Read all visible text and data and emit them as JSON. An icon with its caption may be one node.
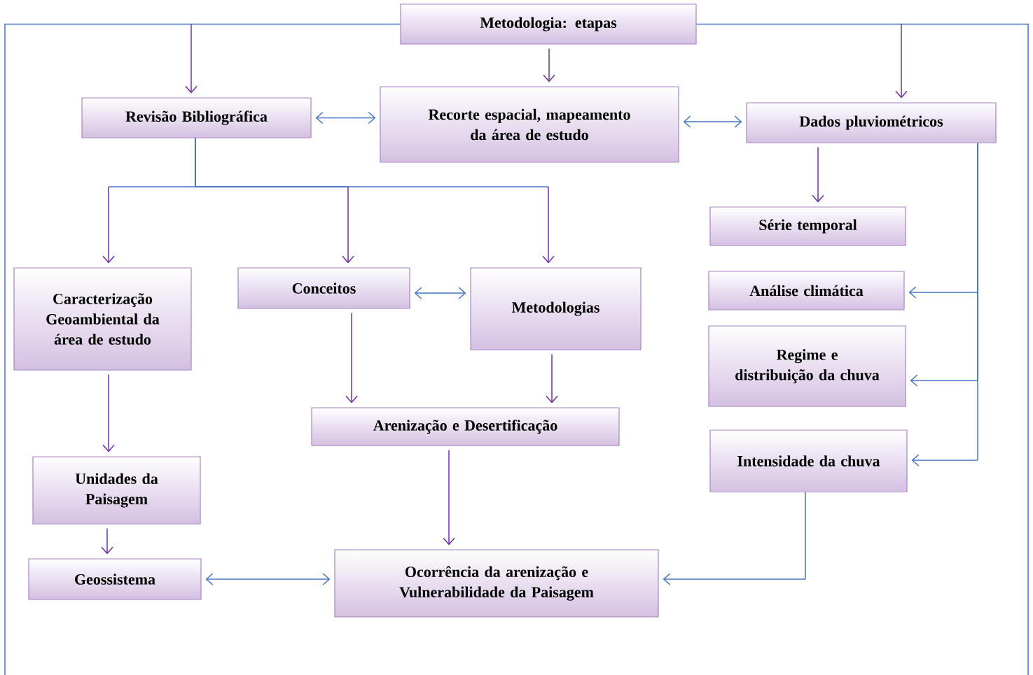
{
  "diagram": {
    "nodes": [
      {
        "text": [
          "Metodologia: etapas"
        ]
      },
      {
        "text": [
          "Revisão Bibliográfica"
        ]
      },
      {
        "text": [
          "Recorte espacial, mapeamento da área de estudo"
        ]
      },
      {
        "text": [
          "Dados pluviométricos"
        ]
      },
      {
        "text": [
          "Caracterização Geoambiental da área de estudo"
        ]
      },
      {
        "text": [
          "Conceitos"
        ]
      },
      {
        "text": [
          "Metodologias"
        ]
      },
      {
        "text": [
          "Série temporal"
        ]
      },
      {
        "text": [
          "Análise climática"
        ]
      },
      {
        "text": [
          "Regime e distribuição da chuva"
        ]
      },
      {
        "text": [
          "Arenização e Desertificação"
        ]
      },
      {
        "text": [
          "Intensidade da chuva"
        ]
      },
      {
        "text": [
          "Unidades da Paisagem"
        ]
      },
      {
        "text": [
          "Geossistema"
        ]
      },
      {
        "text": [
          "Ocorrência da arenização e Vulnerabilidade da Paisagem"
        ]
      }
    ],
    "edges": [
      {
        "from": 0,
        "to": 1,
        "arrow": "to"
      },
      {
        "from": 0,
        "to": 2,
        "arrow": "to"
      },
      {
        "from": 0,
        "to": 3,
        "arrow": "to"
      },
      {
        "from": 1,
        "to": 2,
        "arrow": "both",
        "color": "#4472c4"
      },
      {
        "from": 2,
        "to": 3,
        "arrow": "both",
        "color": "#4472c4"
      },
      {
        "from": 1,
        "to": 4,
        "arrow": "to"
      },
      {
        "from": 1,
        "to": 5,
        "arrow": "to"
      },
      {
        "from": 1,
        "to": 6,
        "arrow": "to"
      },
      {
        "from": 3,
        "to": 7,
        "arrow": "to"
      },
      {
        "from": 5,
        "to": 6,
        "arrow": "both",
        "color": "#4472c4"
      },
      {
        "from": 3,
        "to": 8,
        "arrow": "to",
        "color": "#4472c4"
      },
      {
        "from": 3,
        "to": 9,
        "arrow": "to",
        "color": "#4472c4"
      },
      {
        "from": 3,
        "to": 11,
        "arrow": "to",
        "color": "#4472c4"
      },
      {
        "from": 4,
        "to": 12,
        "arrow": "to"
      },
      {
        "from": 5,
        "to": 10,
        "arrow": "to"
      },
      {
        "from": 6,
        "to": 10,
        "arrow": "to"
      },
      {
        "from": 10,
        "to": 14,
        "arrow": "to"
      },
      {
        "from": 12,
        "to": 13,
        "arrow": "to"
      },
      {
        "from": 13,
        "to": 14,
        "arrow": "both",
        "color": "#4472c4"
      },
      {
        "from": 11,
        "to": 14,
        "arrow": "to",
        "color": "#4472c4"
      }
    ]
  }
}
